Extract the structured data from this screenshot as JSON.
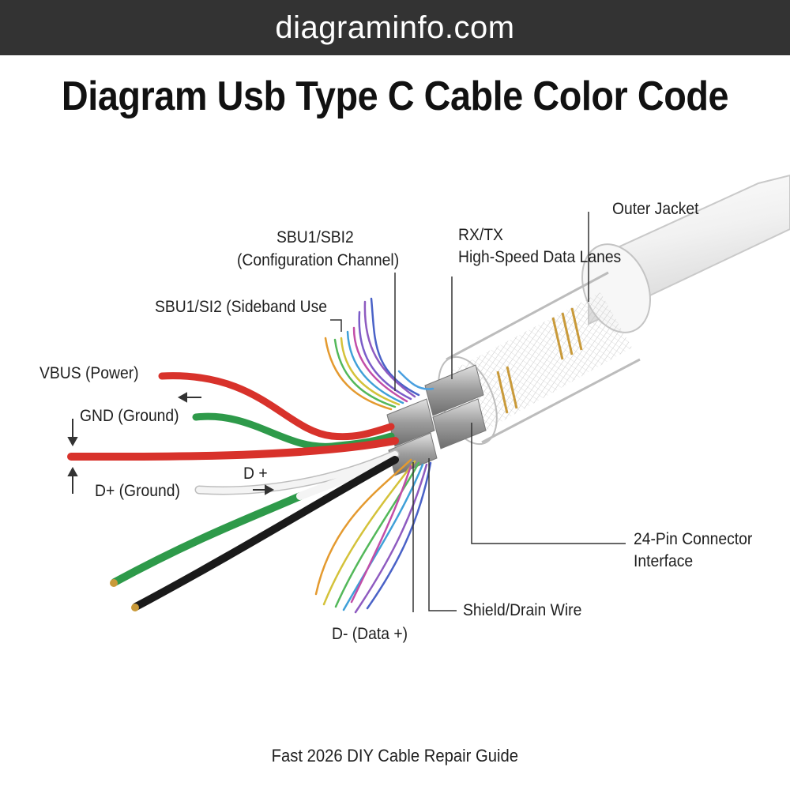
{
  "site": {
    "name": "diagraminfo.com"
  },
  "title": "Diagram Usb Type C Cable Color Code",
  "labels": {
    "outer_jacket": "Outer Jacket",
    "rx_tx": "RX/TX",
    "high_speed_lanes": "High-Speed Data Lanes",
    "sbu_config_line1": "SBU1/SBI2",
    "sbu_config_line2": "(Configuration Channel)",
    "sbu_sideband": "SBU1/SI2 (Sideband Use",
    "vbus": "VBUS (Power)",
    "gnd": "GND (Ground)",
    "d_plus_ground": "D+ (Ground)",
    "d_plus_short": "D +",
    "connector_line1": "24-Pin Connector",
    "connector_line2": "Interface",
    "shield_drain": "Shield/Drain Wire",
    "d_minus": "D- (Data +)"
  },
  "footer": "Fast 2026 DIY Cable Repair Guide",
  "colors": {
    "banner": "#333333",
    "red_wire": "#d8322b",
    "green_wire": "#2e9a4a",
    "black_wire": "#1a1a1a",
    "white_wire": "#f2f2f2",
    "cable_jacket": "#f4f4f4"
  }
}
